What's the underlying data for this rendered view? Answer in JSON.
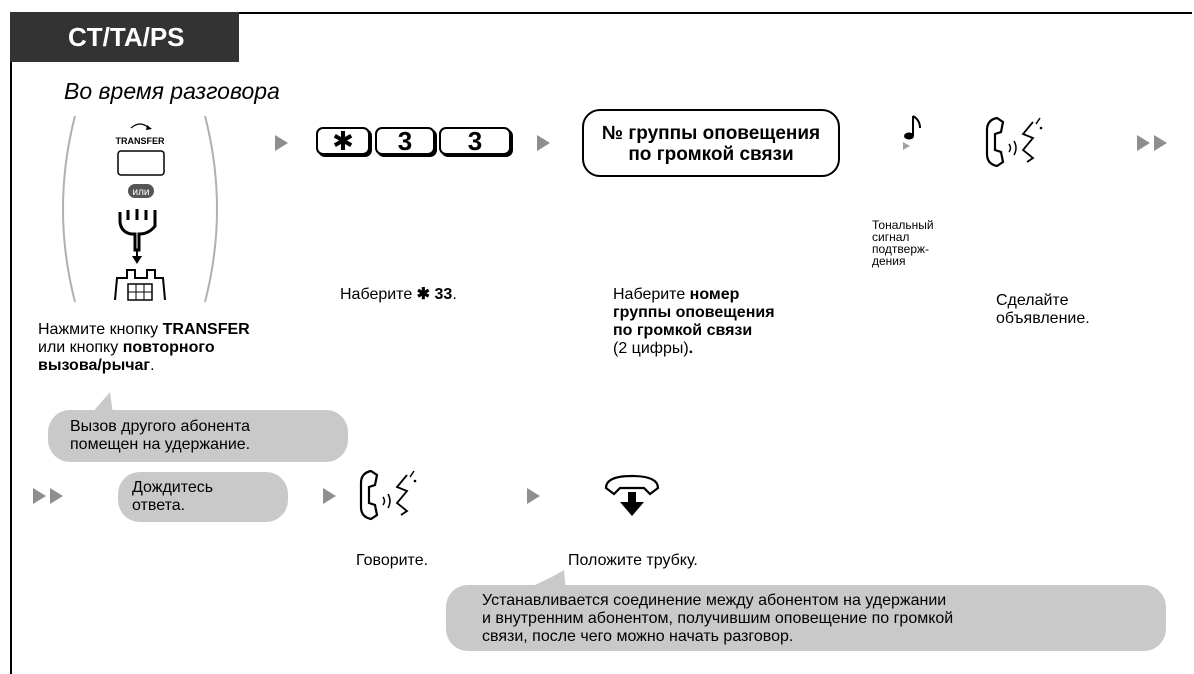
{
  "header": {
    "tab_label": "CT/TA/PS"
  },
  "subtitle": "Во время разговора",
  "step1": {
    "transfer_icon_label": "TRANSFER",
    "or_badge": "или",
    "text_prefix": "Нажмите кнопку ",
    "text_bold1": "TRANSFER",
    "text_mid": "или кнопку ",
    "text_bold2": "повторного",
    "text_bold3": "вызова/рычаг",
    "text_end": "."
  },
  "step2": {
    "keys": [
      "✱",
      "3",
      "3"
    ],
    "text_prefix": "Наберите ",
    "text_bold": "✱ 33",
    "text_end": "."
  },
  "step3": {
    "box_line1": "№ группы оповещения",
    "box_line2": "по громкой связи",
    "tone_label": "Тональный сигнал подтверж-дения",
    "tone_line1": "Тональный",
    "tone_line2": "сигнал",
    "tone_line3": "подтверж-",
    "tone_line4": "дения",
    "text_line1_prefix": "Наберите ",
    "text_line1_bold": "номер",
    "text_line2_bold": "группы оповещения",
    "text_line3_bold": "по громкой связи",
    "text_line4": "(2 цифры)",
    "text_line4_end": "."
  },
  "step4": {
    "text_line1": "Сделайте",
    "text_line2": "объявление."
  },
  "note_hold": {
    "line1": "Вызов другого абонента",
    "line2": "помещен на удержание."
  },
  "row2": {
    "wait_line1": "Дождитесь",
    "wait_line2": "ответа.",
    "talk_text": "Говорите.",
    "hangup_text": "Положите трубку."
  },
  "note_bottom": {
    "line1": "Устанавливается соединение между абонентом на удержании",
    "line2": "и внутренним абонентом, получившим оповещение по громкой",
    "line3": "связи, после чего можно начать разговор."
  }
}
